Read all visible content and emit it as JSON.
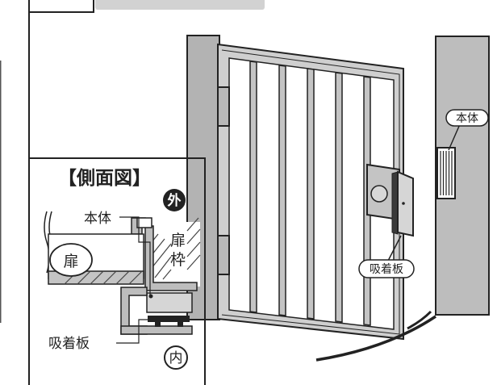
{
  "side_view": {
    "title": "【側面図】",
    "label_body": "本体",
    "label_door": "扉",
    "label_frame_top": "扉",
    "label_frame_bottom": "枠",
    "label_plate": "吸着板",
    "badge_outside": "外",
    "badge_inside": "内"
  },
  "gate_view": {
    "label_body": "本体",
    "label_plate": "吸着板"
  },
  "colors": {
    "gray_light": "#d4d4d4",
    "gray_mid": "#a8a8a8",
    "gray_dark": "#888888",
    "line": "#222222"
  }
}
